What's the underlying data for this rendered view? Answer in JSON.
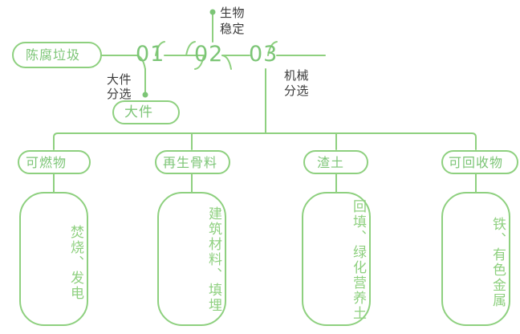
{
  "theme": {
    "green": "#7cc576",
    "green_light": "#8ed07f",
    "text_dark": "#3b3b3b",
    "background": "#ffffff"
  },
  "diagram": {
    "type": "process-flow",
    "source": {
      "label": "陈腐垃圾"
    },
    "steps": [
      {
        "number": "01",
        "process": "大件分选",
        "process_line1": "大件",
        "process_line2": "分选",
        "output": "大件"
      },
      {
        "number": "02",
        "process": "生物稳定",
        "process_line1": "生物",
        "process_line2": "稳定",
        "output": ""
      },
      {
        "number": "03",
        "process": "机械分选",
        "process_line1": "机械",
        "process_line2": "分选",
        "output": ""
      }
    ],
    "outputs": [
      {
        "label": "可燃物",
        "detail": "焚烧、发电"
      },
      {
        "label": "再生骨料",
        "detail": "建筑材料、填埋"
      },
      {
        "label": "渣土",
        "detail": "回填、绿化营养土"
      },
      {
        "label": "可回收物",
        "detail": "铁、有色金属"
      }
    ]
  }
}
